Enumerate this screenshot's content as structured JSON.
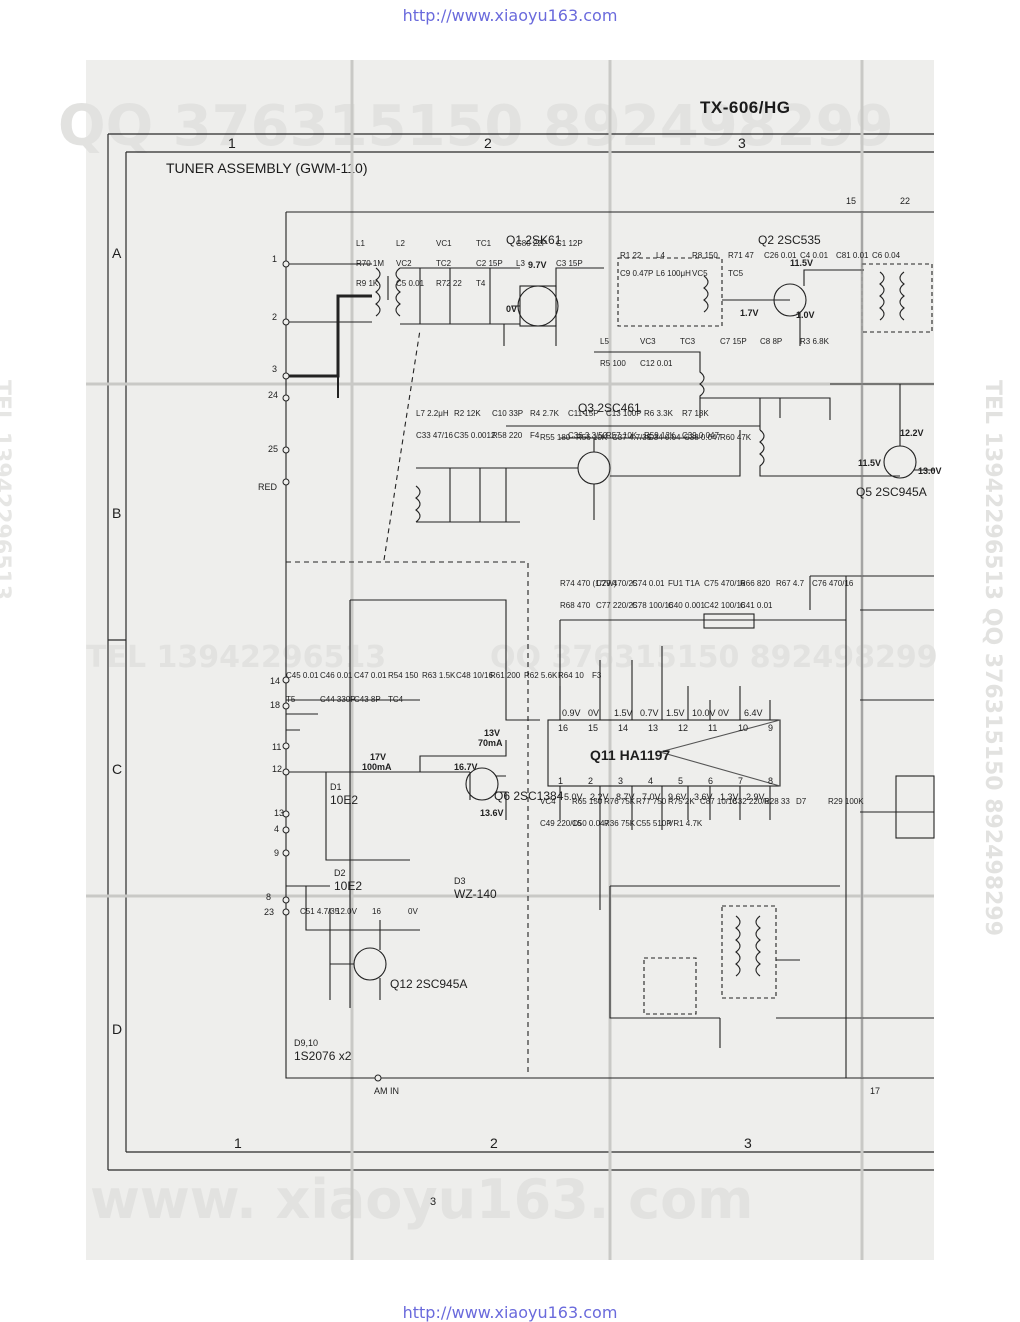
{
  "header": {
    "url_top": "http://www.xiaoyu163.com",
    "url_bottom": "http://www.xiaoyu163.com"
  },
  "doc": {
    "model": "TX-606/HG",
    "title": "TUNER ASSEMBLY (GWM-110)",
    "page": "3"
  },
  "watermarks": {
    "qq_top": "QQ 376315150   892498299",
    "tel_mid": "TEL 13942296513",
    "qq_mid": "QQ 376315150 892498299",
    "site": "www. xiaoyu163. com",
    "side": "TEL 13942296513 QQ 376315150 892498299"
  },
  "grid": {
    "cols": [
      "1",
      "2",
      "3"
    ],
    "rows": [
      "A",
      "B",
      "C",
      "D"
    ]
  },
  "terminals": [
    "1",
    "2",
    "3",
    "24",
    "25",
    "RED",
    "14",
    "18",
    "11",
    "12",
    "13",
    "4",
    "9",
    "8",
    "23",
    "AM IN",
    "15",
    "22",
    "17",
    "TP 5"
  ],
  "transistors": [
    {
      "ref": "Q1",
      "type": "2SK61"
    },
    {
      "ref": "Q2",
      "type": "2SC535"
    },
    {
      "ref": "Q3",
      "type": "2SC461"
    },
    {
      "ref": "Q5",
      "type": "2SC945A"
    },
    {
      "ref": "Q6",
      "type": "2SC1384"
    },
    {
      "ref": "Q12",
      "type": "2SC945A"
    }
  ],
  "ic": {
    "ref": "Q11",
    "type": "HA1197",
    "pins_top": [
      "16",
      "15",
      "14",
      "13",
      "12",
      "11",
      "10",
      "9"
    ],
    "pins_bottom": [
      "1",
      "2",
      "3",
      "4",
      "5",
      "6",
      "7",
      "8"
    ],
    "volt_top": [
      "0.9V",
      "0V",
      "1.5V",
      "0.7V",
      "1.5V",
      "10.0V",
      "0V",
      "6.4V"
    ],
    "volt_bottom": [
      "5.0V",
      "2.2V",
      "8.7V",
      "7.0V",
      "9.6V",
      "3.6V",
      "1.3V",
      "2.9V"
    ]
  },
  "diodes": [
    {
      "ref": "D1",
      "type": "10E2"
    },
    {
      "ref": "D2",
      "type": "10E2"
    },
    {
      "ref": "D3",
      "type": "WZ-140"
    },
    {
      "ref": "D9,10",
      "type": "1S2076 x2"
    }
  ],
  "voltages": [
    "9.7V",
    "0V",
    "1.7V",
    "1.0V",
    "11.5V",
    "12.2V",
    "11.5V",
    "13.0V",
    "16.7V",
    "13.6V",
    "17V",
    "100mA",
    "13V",
    "70mA"
  ],
  "parts": [
    "L1",
    "L2",
    "VC1",
    "TC1",
    "C80 22P",
    "C1 12P",
    "R70 1M",
    "VC2",
    "TC2",
    "C2 15P",
    "L3",
    "C3 15P",
    "R9 1K",
    "C5 0.01",
    "R72 22",
    "T4",
    "R1 22",
    "L4",
    "R8 150",
    "R71 47",
    "C26 0.01",
    "C4 0.01",
    "C81 0.01",
    "C6 0.04",
    "C9 0.47P",
    "L6 100μH",
    "VC5",
    "TC5",
    "L5",
    "VC3",
    "TC3",
    "C7 15P",
    "C8 8P",
    "R3 6.8K",
    "R5 100",
    "C12 0.01",
    "L7 2.2μH",
    "R2 12K",
    "C10 33P",
    "R4 2.7K",
    "C11 15P",
    "C13 100P",
    "R6 3.3K",
    "R7 18K",
    "C33 47/16",
    "C35 0.0012",
    "R58 220",
    "F4",
    "C36 3.3/50",
    "R57 10K",
    "R59 12K",
    "C39 0.047",
    "R55 180",
    "R56 10K",
    "C37 4.7/35",
    "C34 0.04",
    "C38 0.047",
    "R60 47K",
    "R74 470 (1/2W)",
    "C79 470/25",
    "C74 0.01",
    "FU1 T1A",
    "C75 470/16",
    "R66 820",
    "R67 4.7",
    "C76 470/16",
    "R68 470",
    "C77 220/25",
    "C78 100/16",
    "C40 0.001",
    "C42 100/16",
    "C41 0.01",
    "C45 0.01",
    "C46 0.01",
    "C47 0.01",
    "R54 150",
    "R63 1.5K",
    "C48 10/16",
    "R61 200",
    "R62 5.6K",
    "R64 10",
    "F3",
    "T5",
    "C44 330P",
    "C43 8P",
    "TC4",
    "VC4",
    "R65 150",
    "R76 75K",
    "R77 750",
    "R75 2K",
    "C87 10/16",
    "C32 220/6",
    "R28 33",
    "D7",
    "R29 100K",
    "C49 220/16",
    "C50 0.047",
    "R36 75K",
    "C55 510P",
    "VR1 4.7K",
    "C51 4.7/35",
    "12.0V",
    "16",
    "0V"
  ]
}
